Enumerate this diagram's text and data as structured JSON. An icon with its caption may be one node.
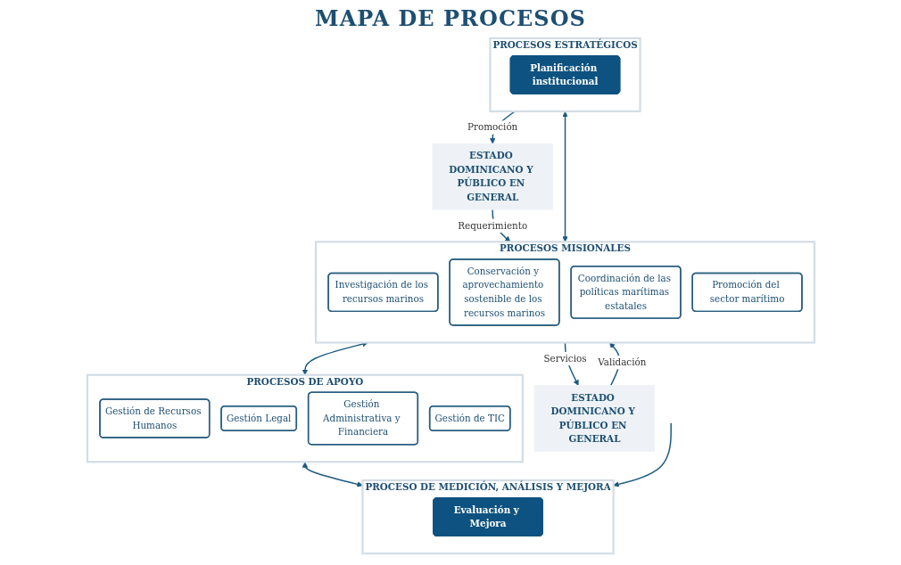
{
  "diagram": {
    "title": "MAPA DE PROCESOS",
    "nodes": [
      {
        "text": [
          "ESTADO DOMINICANO Y PÚBLICO EN GENERAL"
        ]
      },
      {
        "text": [
          "PROCESOS ESTRATÉGICOS"
        ]
      },
      {
        "text": [
          "Planificación institucional"
        ],
        "in": 1
      },
      {
        "text": [
          "PROCESOS MISIONALES"
        ]
      },
      {
        "text": [
          "Investigación de los recursos marinos"
        ],
        "in": 3
      },
      {
        "text": [
          "Conservación y aprovechamiento sostenible de los recursos marinos"
        ],
        "in": 3
      },
      {
        "text": [
          "Coordinación de las políticas marítimas estatales"
        ],
        "in": 3
      },
      {
        "text": [
          "Promoción del sector marítimo"
        ],
        "in": 3
      },
      {
        "text": [
          "PROCESOS DE APOYO"
        ]
      },
      {
        "text": [
          "Gestión de Recursos Humanos"
        ],
        "in": 8
      },
      {
        "text": [
          "Gestión Legal"
        ],
        "in": 8
      },
      {
        "text": [
          "Gestión Administrativa y Financiera"
        ],
        "in": 8
      },
      {
        "text": [
          "Gestión de TIC"
        ],
        "in": 8
      },
      {
        "text": [
          "PROCESO DE MEDICIÓN, ANÁLISIS Y MEJORA"
        ]
      },
      {
        "text": [
          "Evaluación y Mejora"
        ],
        "in": 13
      },
      {
        "text": [
          "ESTADO DOMINICANO Y PÚBLICO EN GENERAL"
        ]
      }
    ],
    "edges": [
      {
        "from": 1,
        "to": 0,
        "arrow": "to",
        "label": "Promoción"
      },
      {
        "from": 0,
        "to": 3,
        "arrow": "to",
        "label": "Requerimiento"
      },
      {
        "from": 3,
        "to": 15,
        "arrow": "to",
        "label": "Servicios"
      },
      {
        "from": 15,
        "to": 3,
        "arrow": "to",
        "label": "Validación"
      },
      {
        "from": 1,
        "to": 3,
        "arrow": "both"
      },
      {
        "from": 3,
        "to": 8,
        "arrow": "both"
      },
      {
        "from": 8,
        "to": 13,
        "arrow": "both"
      },
      {
        "from": null,
        "to": 13,
        "arrow": "to"
      }
    ]
  }
}
